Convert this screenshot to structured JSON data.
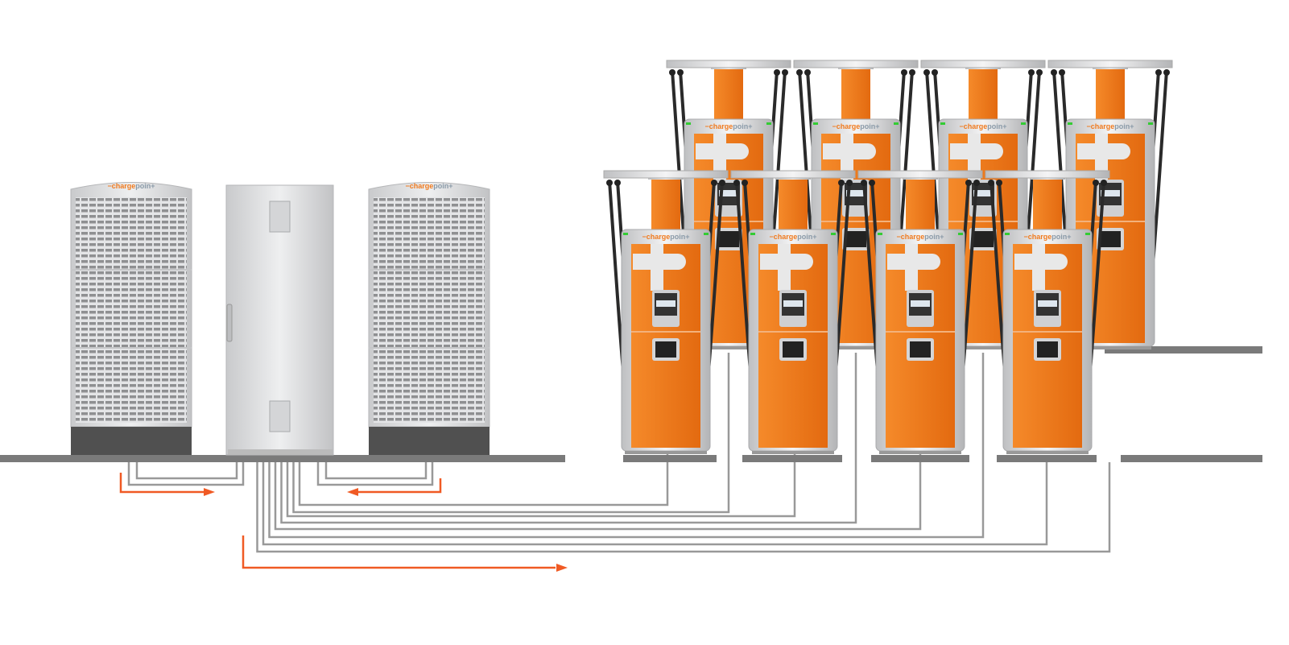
{
  "brand": {
    "logo_text": "chargepoint",
    "logo_prefix": "charge",
    "logo_suffix": "point"
  },
  "colors": {
    "orange": "#f07a1e",
    "arrow": "#f05a24",
    "wire": "#999999",
    "floor": "#7a7a7a",
    "cabinet": "#d9dadc",
    "base": "#505050"
  },
  "diagram": {
    "power_cabinets": 2,
    "distribution_box": 1,
    "charging_stations": 8,
    "flow_arrows": [
      "power-in-left",
      "power-in-right",
      "power-out-to-stations"
    ]
  }
}
